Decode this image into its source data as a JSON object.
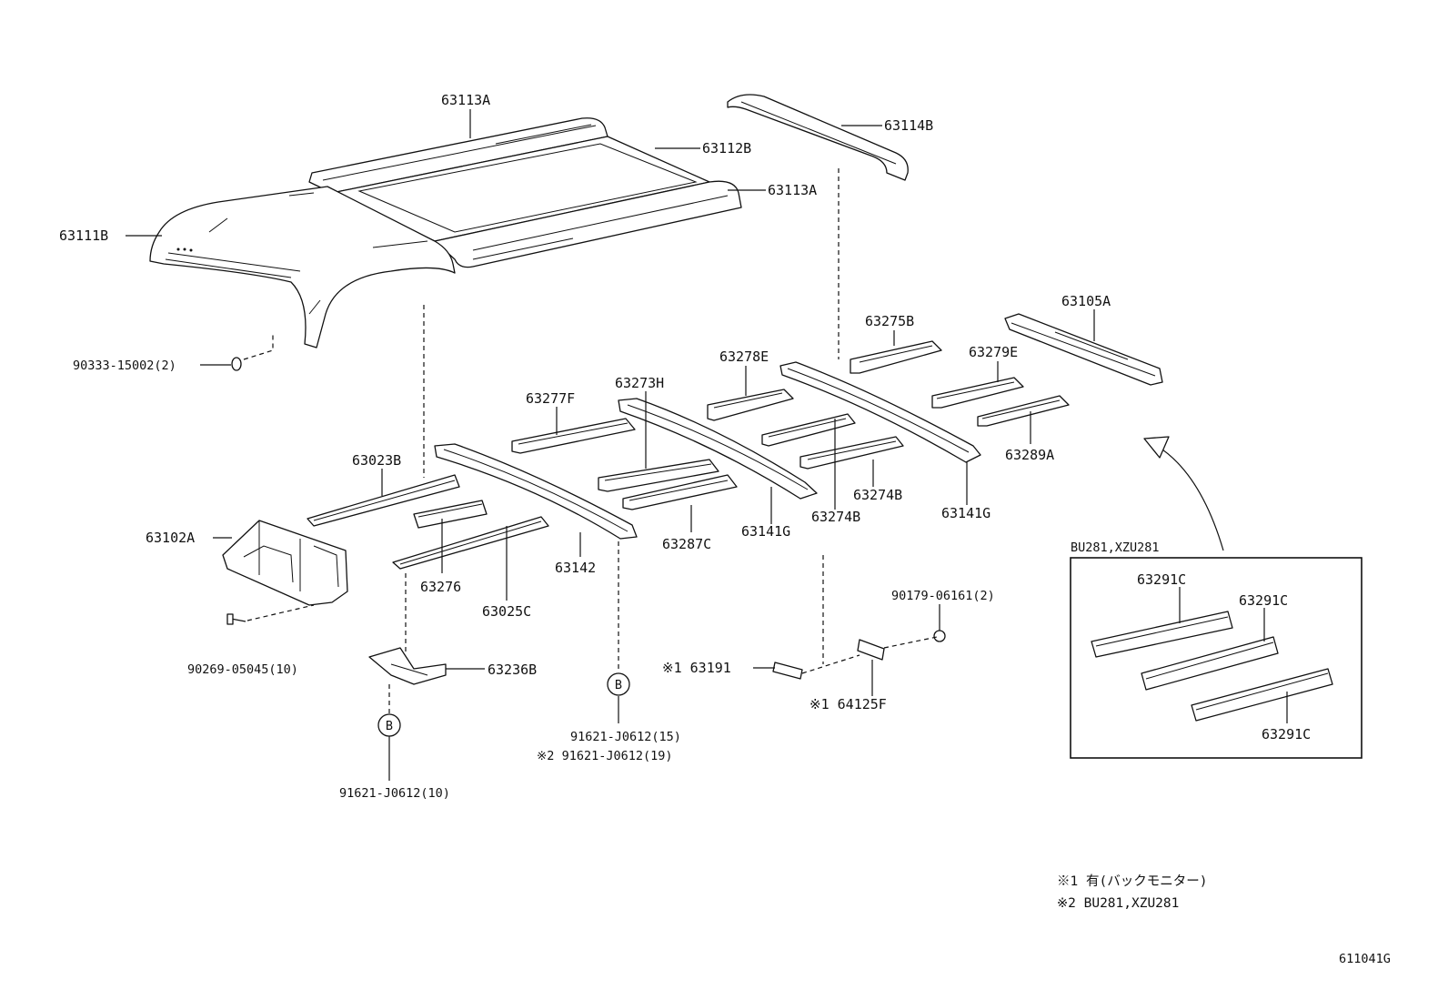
{
  "parts": {
    "p63113A_top": "63113A",
    "p63114B": "63114B",
    "p63112B": "63112B",
    "p63113A_right": "63113A",
    "p63111B": "63111B",
    "p90333": "90333-15002(2)",
    "p63105A": "63105A",
    "p63275B": "63275B",
    "p63278E": "63278E",
    "p63279E": "63279E",
    "p63273H": "63273H",
    "p63277F": "63277F",
    "p63289A": "63289A",
    "p63023B": "63023B",
    "p63274B_a": "63274B",
    "p63274B_b": "63274B",
    "p63141G_a": "63141G",
    "p63141G_b": "63141G",
    "p63102A": "63102A",
    "p63287C": "63287C",
    "p63142": "63142",
    "p63276": "63276",
    "p63025C": "63025C",
    "p90179": "90179-06161(2)",
    "p90269": "90269-05045(10)",
    "p63236B": "63236B",
    "p63191": "※1 63191",
    "p64125F": "※1 64125F",
    "p91621_15": "91621-J0612(15)",
    "p91621_19": "※2 91621-J0612(19)",
    "p91621_10": "91621-J0612(10)",
    "marker_b1": "B",
    "marker_b2": "B"
  },
  "inset": {
    "title": "BU281,XZU281",
    "p63291C_a": "63291C",
    "p63291C_b": "63291C",
    "p63291C_c": "63291C"
  },
  "notes": {
    "note1": "※1 有(バックモニター)",
    "note2": "※2 BU281,XZU281"
  },
  "figure_id": "611041G"
}
